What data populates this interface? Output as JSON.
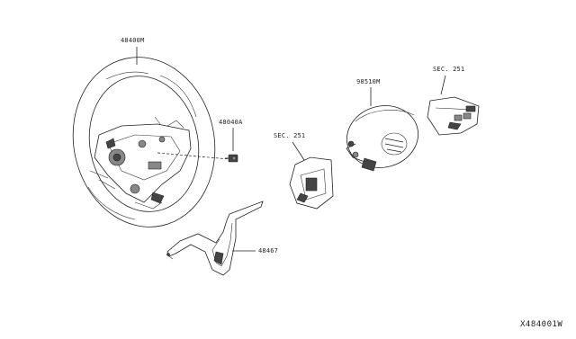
{
  "parts": [
    {
      "id": "steering-wheel",
      "label": "48400M"
    },
    {
      "id": "bolt",
      "label": "48040A"
    },
    {
      "id": "steering-switch-left",
      "label": "SEC. 251"
    },
    {
      "id": "airbag-module",
      "label": "98510M"
    },
    {
      "id": "steering-switch-right",
      "label": "SEC. 251"
    },
    {
      "id": "finisher",
      "label": "48467"
    }
  ],
  "drawing_id": "X484001W"
}
